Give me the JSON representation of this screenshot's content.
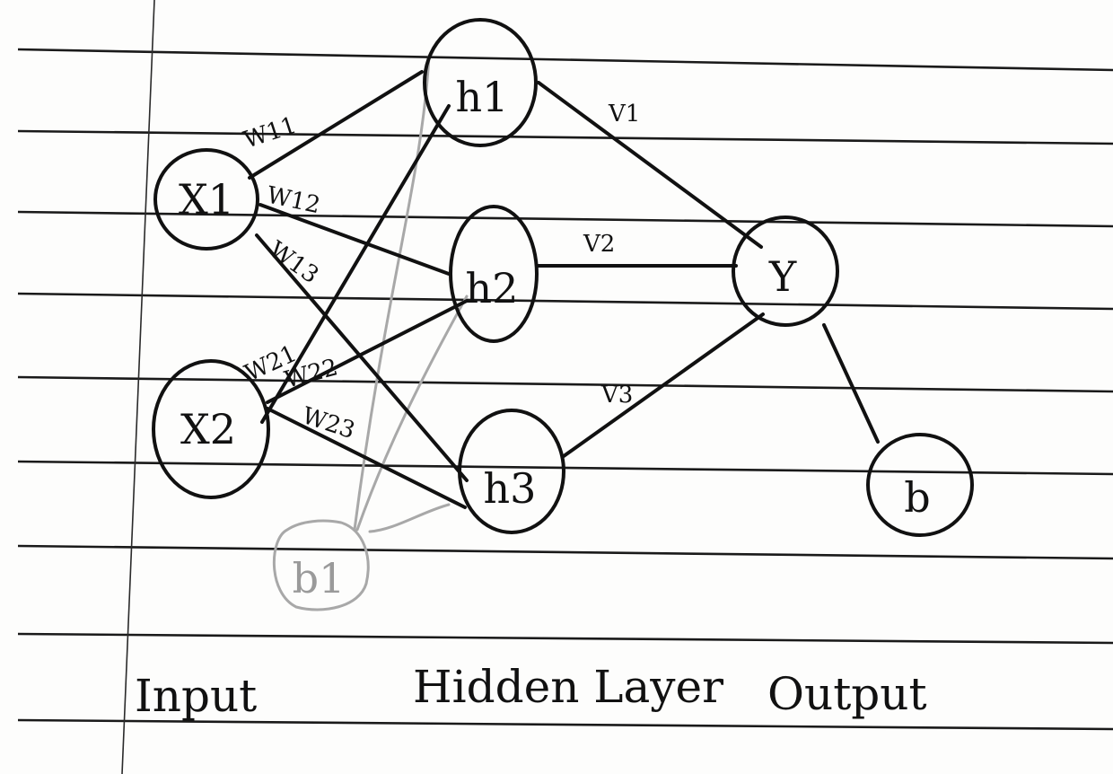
{
  "nodes": {
    "x1": "X1",
    "x2": "X2",
    "h1": "h1",
    "h2": "h2",
    "h3": "h3",
    "y": "Y",
    "b": "b",
    "b1": "b1"
  },
  "weights": {
    "w11": "W11",
    "w12": "W12",
    "w13": "W13",
    "w21": "W21",
    "w22": "W22",
    "w23": "W23",
    "v1": "V1",
    "v2": "V2",
    "v3": "V3"
  },
  "layers": {
    "input": "Input",
    "hidden": "Hidden Layer",
    "output": "Output"
  }
}
